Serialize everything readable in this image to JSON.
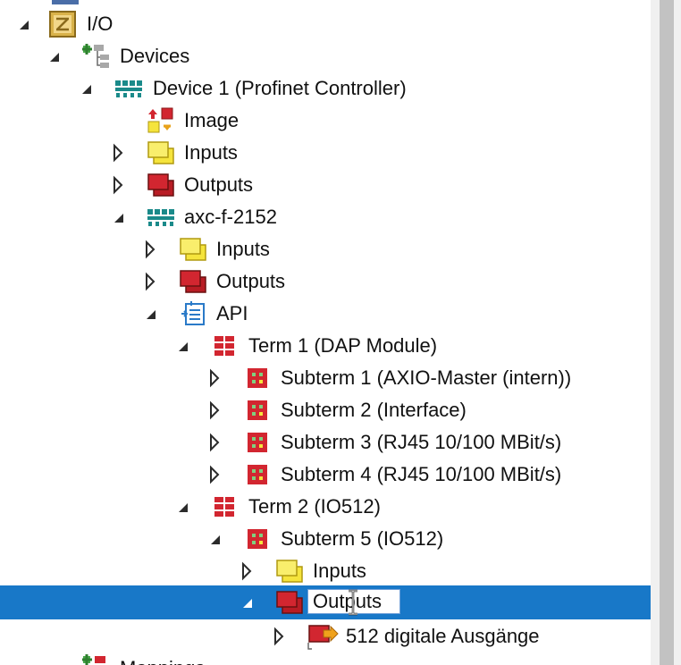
{
  "tree": {
    "root": {
      "label": "I/O",
      "icon": "io-config-icon"
    },
    "devices": {
      "label": "Devices",
      "icon": "devices-tree-icon"
    },
    "device1": {
      "label": "Device 1 (Profinet Controller)",
      "icon": "profinet-device-icon"
    },
    "image": {
      "label": "Image",
      "icon": "image-process-icon"
    },
    "device1_inputs": {
      "label": "Inputs",
      "icon": "inputs-icon"
    },
    "device1_outputs": {
      "label": "Outputs",
      "icon": "outputs-icon"
    },
    "axc": {
      "label": "axc-f-2152",
      "icon": "profinet-device-icon"
    },
    "axc_inputs": {
      "label": "Inputs",
      "icon": "inputs-icon"
    },
    "axc_outputs": {
      "label": "Outputs",
      "icon": "outputs-icon"
    },
    "api": {
      "label": "API",
      "icon": "api-icon"
    },
    "term1": {
      "label": "Term 1 (DAP Module)",
      "icon": "module-icon"
    },
    "subterm1": {
      "label": "Subterm 1 (AXIO-Master (intern))",
      "icon": "submodule-icon"
    },
    "subterm2": {
      "label": "Subterm 2 (Interface)",
      "icon": "submodule-icon"
    },
    "subterm3": {
      "label": "Subterm 3 (RJ45 10/100 MBit/s)",
      "icon": "submodule-icon"
    },
    "subterm4": {
      "label": "Subterm 4 (RJ45 10/100 MBit/s)",
      "icon": "submodule-icon"
    },
    "term2": {
      "label": "Term 2 (IO512)",
      "icon": "module-icon"
    },
    "subterm5": {
      "label": "Subterm 5 (IO512)",
      "icon": "submodule-icon"
    },
    "subterm5_inputs": {
      "label": "Inputs",
      "icon": "inputs-icon"
    },
    "subterm5_outputs": {
      "label": "Outputs",
      "icon": "outputs-icon",
      "editing_value": "Outputs"
    },
    "digital_outputs": {
      "label": "512 digitale Ausgänge",
      "icon": "output-variable-icon"
    },
    "mappings": {
      "label": "Mappings",
      "icon": "mappings-icon"
    }
  },
  "colors": {
    "selection": "#1878c8",
    "input_yellow": "#f5e43c",
    "output_red": "#d22630",
    "profinet_teal": "#1a8a8a"
  }
}
